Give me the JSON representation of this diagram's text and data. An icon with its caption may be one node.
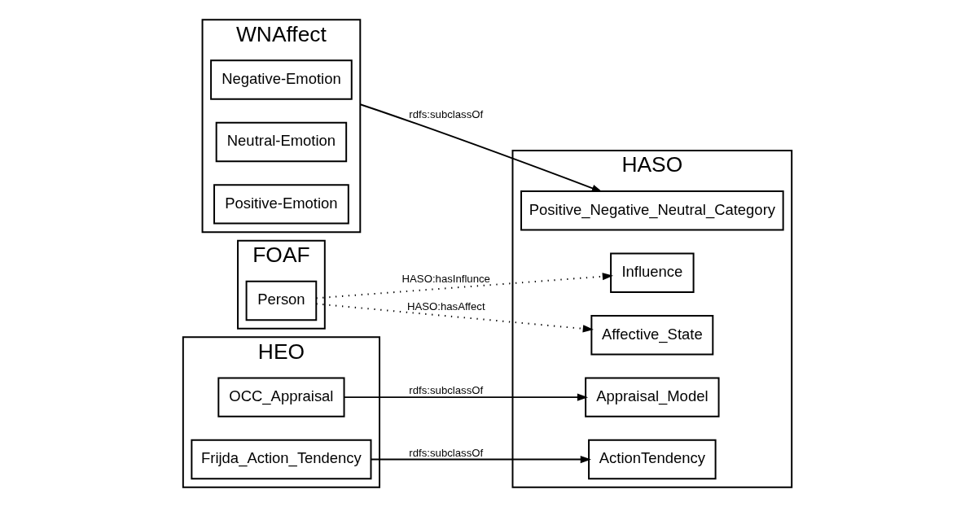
{
  "diagram": {
    "nodes": [
      {
        "text": [
          "WNAffect"
        ]
      },
      {
        "text": [
          "Negative-Emotion"
        ],
        "in": 0
      },
      {
        "text": [
          "Neutral-Emotion"
        ],
        "in": 0
      },
      {
        "text": [
          "Positive-Emotion"
        ],
        "in": 0
      },
      {
        "text": [
          "HASO"
        ]
      },
      {
        "text": [
          "Influence"
        ],
        "in": 4
      },
      {
        "text": [
          "Positive_Negative_Neutral_Category"
        ],
        "in": 4
      },
      {
        "text": [
          "Affective_State"
        ],
        "in": 4
      },
      {
        "text": [
          "ActionTendency"
        ],
        "in": 4
      },
      {
        "text": [
          "Appraisal_Model"
        ],
        "in": 4
      },
      {
        "text": [
          "FOAF"
        ]
      },
      {
        "text": [
          "Person"
        ],
        "in": 10
      },
      {
        "text": [
          "HEO"
        ]
      },
      {
        "text": [
          "OCC_Appraisal"
        ],
        "in": 12
      },
      {
        "text": [
          "Frijda_Action_Tendency"
        ],
        "in": 12
      }
    ],
    "edges": [
      {
        "from": 0,
        "to": 6,
        "arrow": "to",
        "label": "rdfs:subclassOf"
      },
      {
        "from": 11,
        "to": 5,
        "arrow": "to",
        "label": "HASO:hasInflunce",
        "style": "dashed"
      },
      {
        "from": 11,
        "to": 7,
        "arrow": "to",
        "label": "HASO:hasAffect",
        "style": "dashed"
      },
      {
        "from": 14,
        "to": 8,
        "arrow": "to",
        "label": "rdfs:subclassOf"
      },
      {
        "from": 13,
        "to": 9,
        "arrow": "to",
        "label": "rdfs:subclassOf"
      }
    ]
  }
}
